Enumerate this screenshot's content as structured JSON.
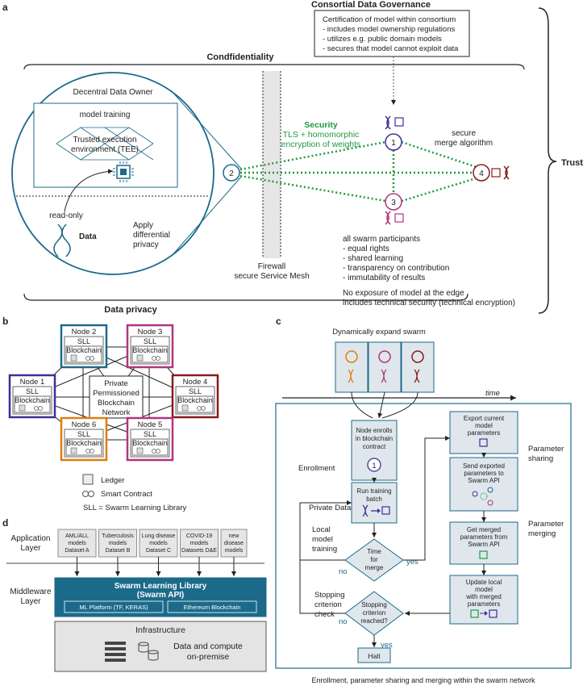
{
  "panel_labels": {
    "a": "a",
    "b": "b",
    "c": "c",
    "d": "d"
  },
  "panel_a": {
    "consortial_title": "Consortial Data Governance",
    "consortial_box": [
      "Certification of model within consortium",
      "- includes model ownership regulations",
      "- utilizes e.g. public domain models",
      "- secures that model cannot exploit data"
    ],
    "confidentiality": "Condfidentiality",
    "decentral_owner": "Decentral Data Owner",
    "model_training": "model training",
    "tee": [
      "Trusted execution",
      "environment (TEE)"
    ],
    "read_only": "read-only",
    "data": "Data",
    "apply_dp": [
      "Apply",
      "differential",
      "privacy"
    ],
    "security_title": "Security",
    "security_sub": [
      "TLS + homomorphic",
      "encryption of weights"
    ],
    "secure_merge": [
      "secure",
      "merge algorithm"
    ],
    "node_numbers": {
      "n1": "1",
      "n2": "2",
      "n3": "3",
      "n4": "4"
    },
    "participants": [
      "all swarm participants",
      "- equal rights",
      "- shared learning",
      "- transparency on contribution",
      "- immutability of results"
    ],
    "no_exposure": [
      "No exposure of model at the edge",
      "includes technical security (technical encryption)"
    ],
    "firewall": [
      "Firewall",
      "secure Service Mesh"
    ],
    "data_privacy": "Data privacy",
    "trust": "Trust",
    "colors": {
      "teal": "#1b6a8a",
      "green": "#1f9a3e",
      "purple": "#3b3098",
      "magenta": "#b0357f",
      "darkred": "#8b1a1a",
      "orange": "#e07d10"
    }
  },
  "panel_b": {
    "nodes": [
      {
        "name": "Node 2",
        "sll": "SLL",
        "bc": "Blockchain",
        "color": "#1b6a8a"
      },
      {
        "name": "Node 3",
        "sll": "SLL",
        "bc": "Blockchain",
        "color": "#b0357f"
      },
      {
        "name": "Node 1",
        "sll": "SLL",
        "bc": "Blockchain",
        "color": "#3b3098"
      },
      {
        "name": "Node 4",
        "sll": "SLL",
        "bc": "Blockchain",
        "color": "#8b1a1a"
      },
      {
        "name": "Node 6",
        "sll": "SLL",
        "bc": "Blockchain",
        "color": "#e07d10"
      },
      {
        "name": "Node 5",
        "sll": "SLL",
        "bc": "Blockchain",
        "color": "#b0357f"
      }
    ],
    "center": [
      "Private",
      "Permissioned",
      "Blockchain",
      "Network"
    ],
    "legend_ledger": "Ledger",
    "legend_contract": "Smart Contract",
    "legend_sll": "SLL = Swarm Learning Library"
  },
  "panel_c": {
    "top_label": "Dynamically expand swarm",
    "time": "time",
    "enroll_box": [
      "Node enrolls",
      "in blockchain",
      "contract"
    ],
    "enroll_num": "1",
    "enrollment": "Enrollment",
    "run_training": [
      "Run training",
      "batch"
    ],
    "private_data": "Private Data",
    "local_model": [
      "Local",
      "model",
      "training"
    ],
    "time_for_merge": [
      "Time",
      "for",
      "merge"
    ],
    "yes": "yes",
    "no": "no",
    "stopping_check": [
      "Stopping",
      "criterion",
      "check"
    ],
    "stopping_diamond": [
      "Stopping",
      "criterion",
      "reached?"
    ],
    "yes2": "yes",
    "no2": "no",
    "halt": "Halt",
    "export": [
      "Export current",
      "model",
      "parameters"
    ],
    "param_sharing": [
      "Parameter",
      "sharing"
    ],
    "send": [
      "Send exported",
      "parameters to",
      "Swarm API"
    ],
    "get_merged": [
      "Get merged",
      "parameters from",
      "Swarm API"
    ],
    "param_merging": [
      "Parameter",
      "merging"
    ],
    "update": [
      "Update local",
      "model",
      "with merged",
      "parameters"
    ],
    "caption": "Enrollment, parameter sharing and merging within the swarm network"
  },
  "panel_d": {
    "app_layer": [
      "Application",
      "Layer"
    ],
    "apps": [
      [
        "AML/ALL",
        "models",
        "Dataset A"
      ],
      [
        "Tuberculosis",
        "models",
        "Dataset B"
      ],
      [
        "Lung disease",
        "models",
        "Dataset C"
      ],
      [
        "COVID-19",
        "models",
        "Datasets D&E"
      ],
      [
        "new",
        "disease",
        "models"
      ]
    ],
    "middleware_layer": [
      "Middleware",
      "Layer"
    ],
    "sll_title": [
      "Swarm Learning Library",
      "(Swarm API)"
    ],
    "ml_platform": "ML Platform  (TF, KERAS)",
    "ethereum": "Ethereum Blockchain",
    "infrastructure": "Infrastructure",
    "infra_text": [
      "Data and compute",
      "on-premise"
    ]
  }
}
